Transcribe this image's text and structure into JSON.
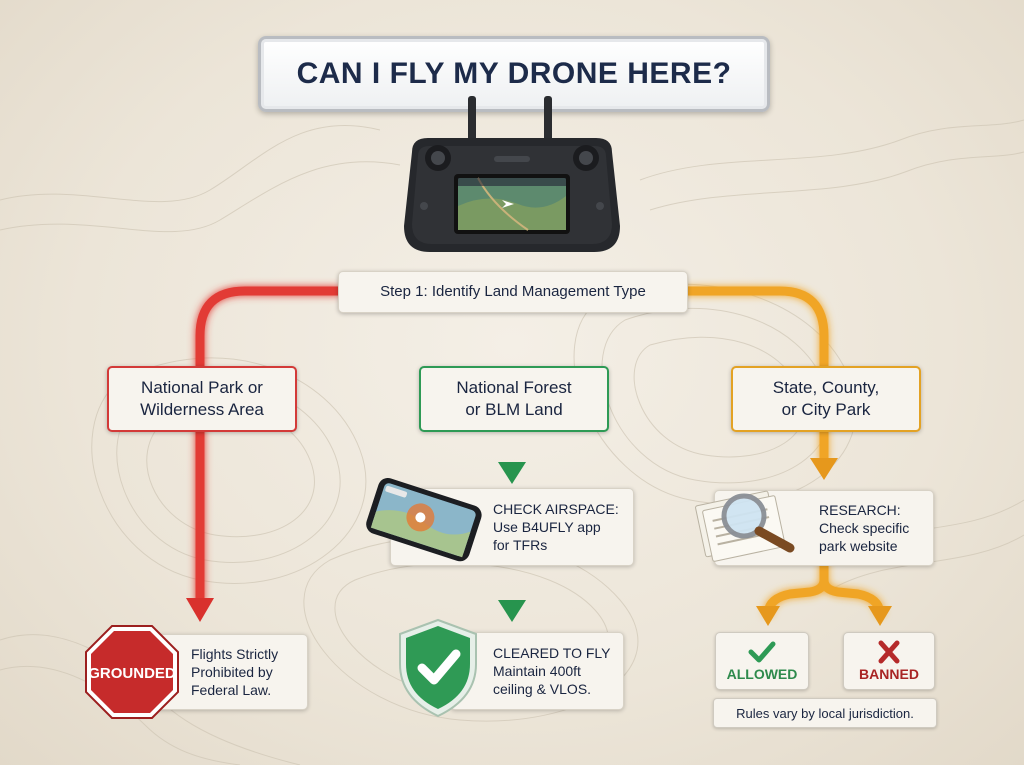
{
  "title": "CAN I FLY MY DRONE HERE?",
  "step1": "Step 1: Identify Land Management Type",
  "branches": {
    "park": {
      "line1": "National Park or",
      "line2": "Wilderness Area",
      "color": "#d33a38"
    },
    "forest": {
      "line1": "National Forest",
      "line2": "or BLM Land",
      "color": "#2e9a55"
    },
    "state": {
      "line1": "State, County,",
      "line2": "or City Park",
      "color": "#e3a224"
    }
  },
  "grounded": {
    "sign": "GROUNDED",
    "line1": "Flights Strictly",
    "line2": "Prohibited by",
    "line3": "Federal Law.",
    "icon": "stop-sign-icon"
  },
  "airspace": {
    "line1": "CHECK AIRSPACE:",
    "line2": "Use B4UFLY app",
    "line3": "for TFRs",
    "icon": "smartphone-map-icon"
  },
  "cleared": {
    "line1": "CLEARED TO FLY",
    "line2": "Maintain 400ft",
    "line3": "ceiling & VLOS.",
    "icon": "shield-check-icon"
  },
  "research": {
    "line1": "RESEARCH:",
    "line2": "Check specific",
    "line3": "park website",
    "icon": "magnifier-document-icon"
  },
  "allowed": {
    "label": "ALLOWED",
    "icon": "checkmark-icon",
    "color": "#2e9a55"
  },
  "banned": {
    "label": "BANNED",
    "icon": "x-mark-icon",
    "color": "#b52a2a"
  },
  "note": "Rules vary by local jurisdiction.",
  "controller_icon": "drone-remote-controller-icon"
}
